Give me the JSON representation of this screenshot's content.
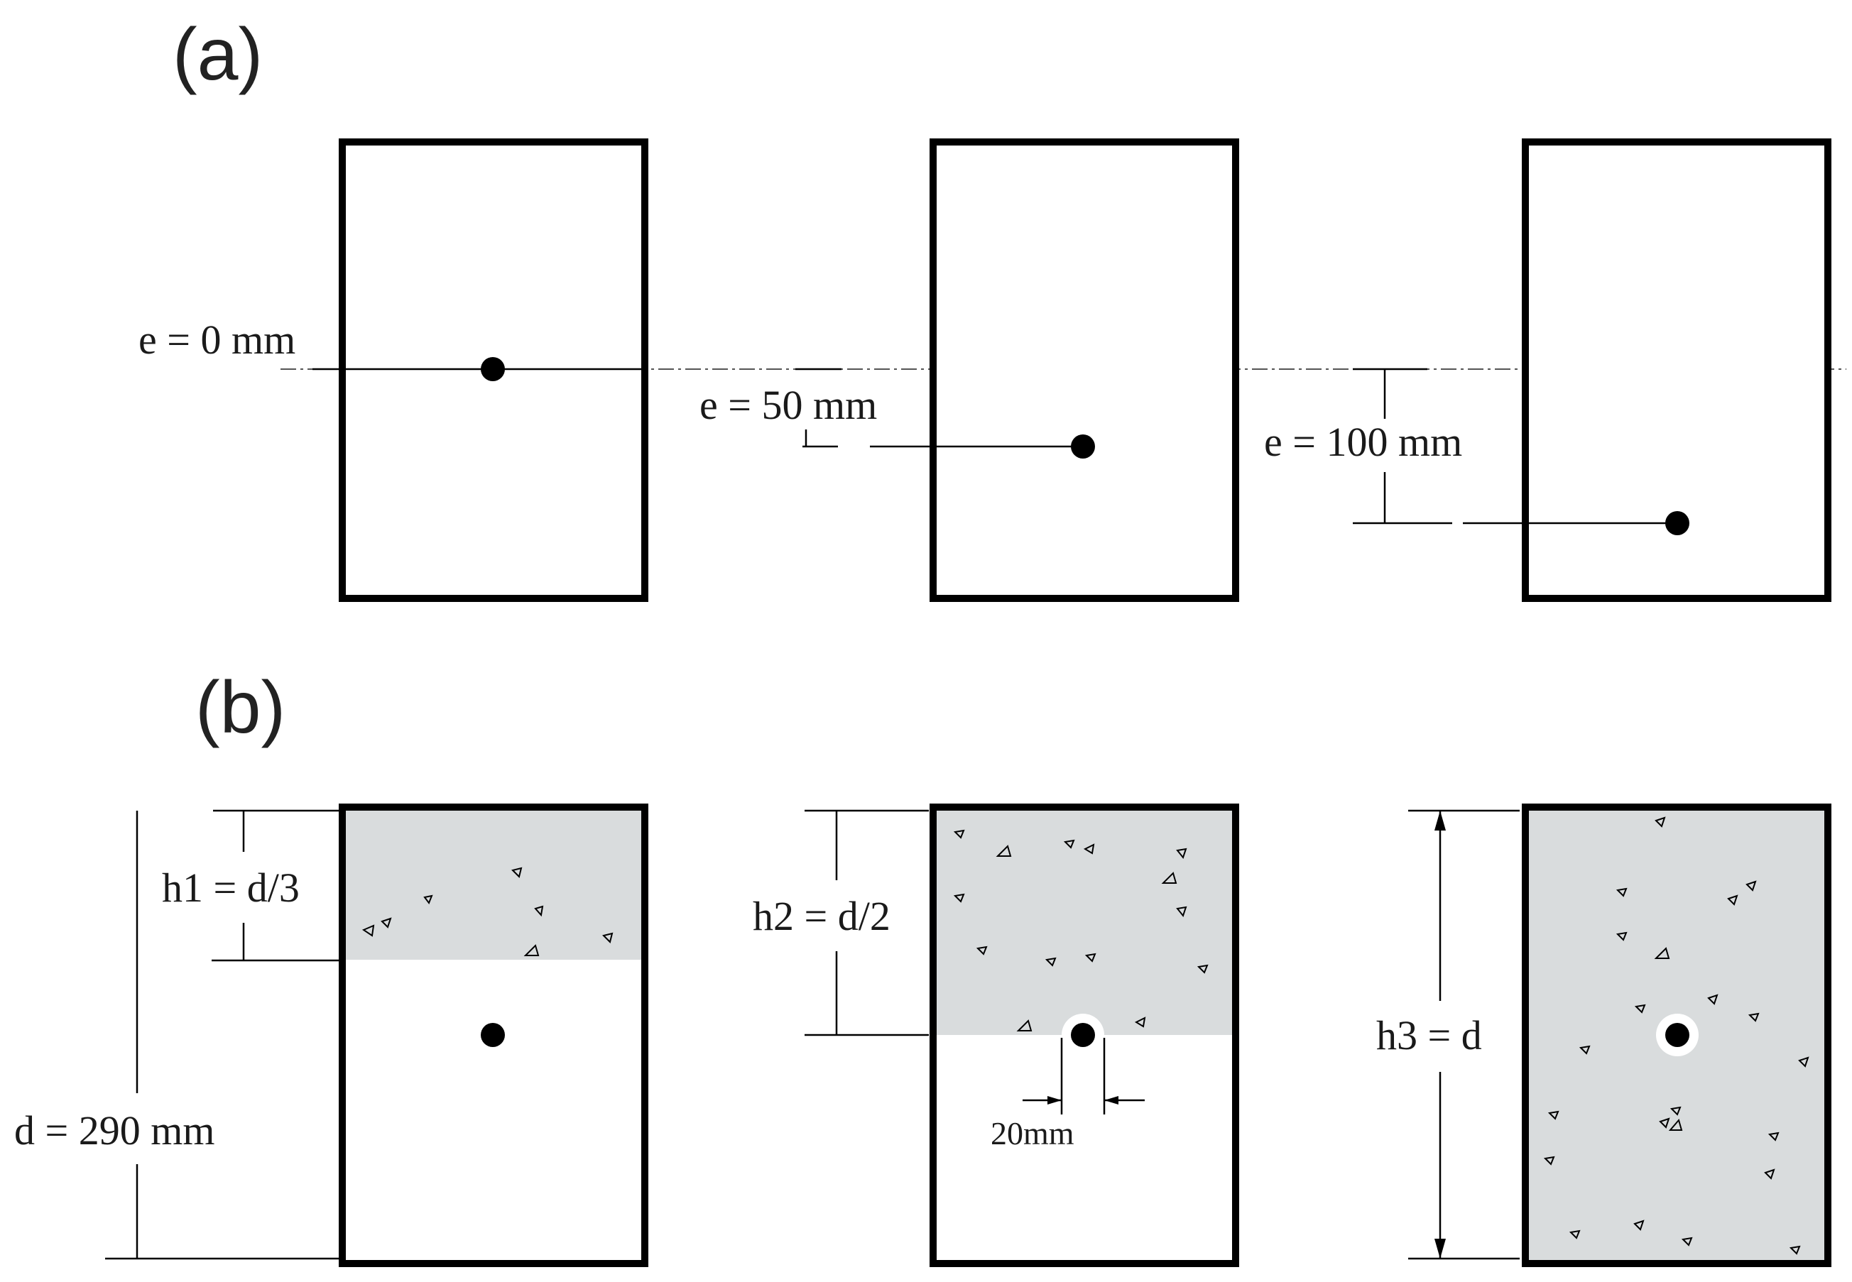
{
  "panel_a": {
    "label": "(a)",
    "sections": [
      {
        "eccentricity": "e = 0 mm",
        "e_mm": 0
      },
      {
        "eccentricity": "e = 50 mm",
        "e_mm": 50
      },
      {
        "eccentricity": "e = 100 mm",
        "e_mm": 100
      }
    ]
  },
  "panel_b": {
    "label": "(b)",
    "depth": "d = 290 mm",
    "sections": [
      {
        "infill_height": "h1 = d/3",
        "fraction": 0.3333
      },
      {
        "infill_height": "h2 = d/2",
        "fraction": 0.5,
        "clearance": "20mm"
      },
      {
        "infill_height": "h3 = d",
        "fraction": 1.0
      }
    ]
  },
  "colors": {
    "outline": "#000000",
    "infill": "#d9dcdd",
    "background": "#ffffff"
  }
}
